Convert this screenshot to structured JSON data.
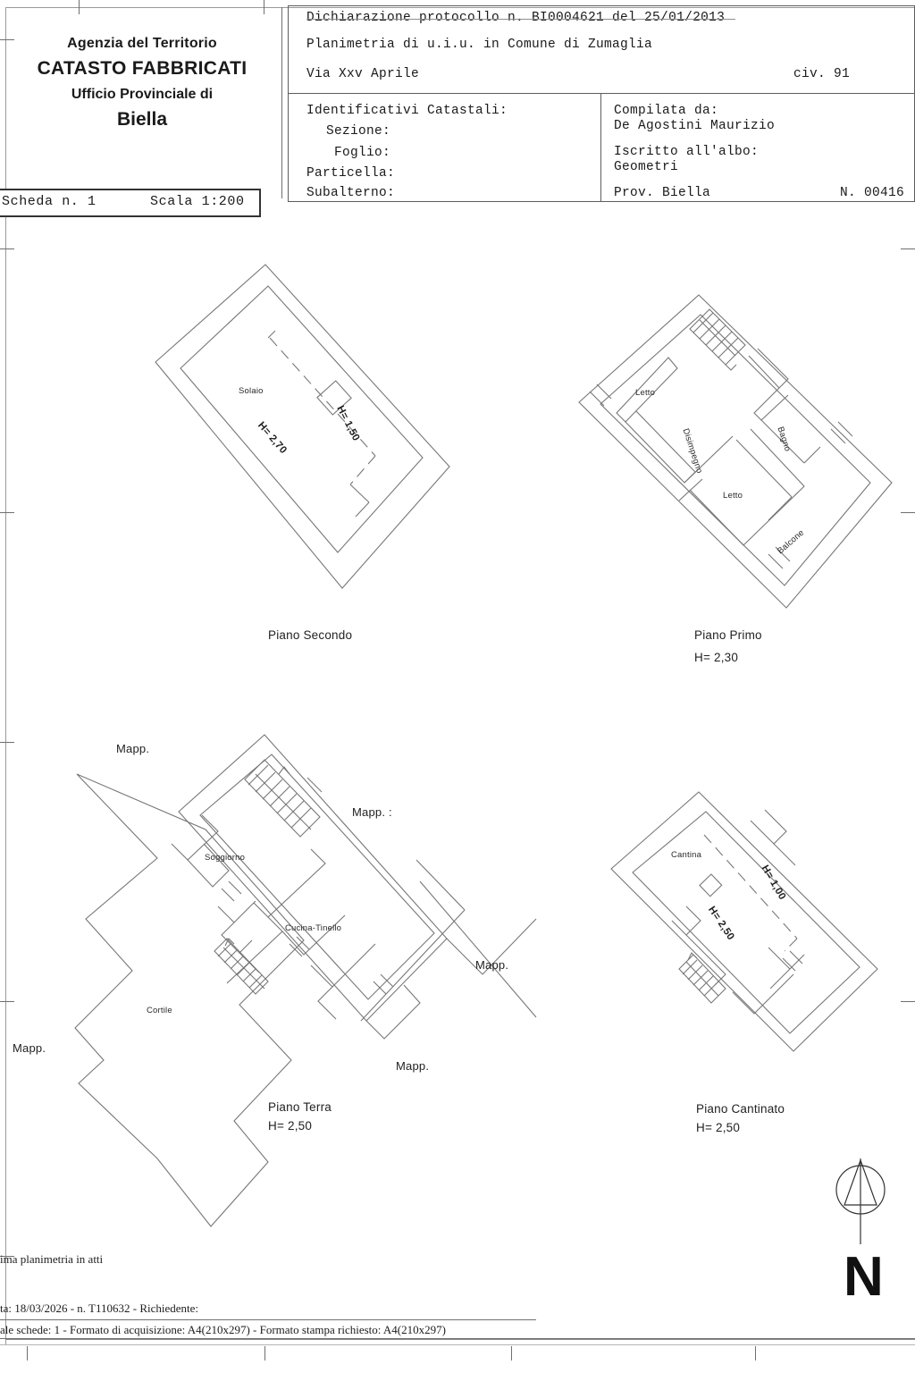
{
  "document": {
    "type": "planimetria-catastale",
    "sheet_label": "Scheda n. 1",
    "scale_label": "Scala 1:200"
  },
  "header": {
    "agency": {
      "line1": "Agenzia del Territorio",
      "line2": "CATASTO FABBRICATI",
      "line3": "Ufficio Provinciale di",
      "line4": "Biella"
    },
    "declaration": "Dichiarazione protocollo n. BI0004621 del 25/01/2013",
    "planimetry": "Planimetria di u.i.u. in Comune di Zumaglia",
    "address": "Via Xxv Aprile",
    "civic": "civ. 91",
    "identifiers": {
      "title": "Identificativi Catastali:",
      "sezione_label": "Sezione:",
      "sezione_value": "",
      "foglio_label": "Foglio:",
      "foglio_value": "",
      "particella_label": "Particella:",
      "particella_value": "",
      "subalterno_label": "Subalterno:",
      "subalterno_value": ""
    },
    "compiler": {
      "title": "Compilata da:",
      "name": "De Agostini Maurizio",
      "register_title": "Iscritto all'albo:",
      "register_value": "Geometri",
      "province": "Prov. Biella",
      "number": "N. 00416"
    }
  },
  "floors": {
    "secondo": {
      "caption": "Piano Secondo",
      "height": "",
      "rooms": [
        {
          "name": "Solaio"
        }
      ],
      "heights": [
        {
          "label": "H= 2,70"
        },
        {
          "label": "H= 1,50"
        }
      ]
    },
    "primo": {
      "caption": "Piano Primo",
      "height": "H= 2,30",
      "rooms": [
        {
          "name": "Letto"
        },
        {
          "name": "Letto"
        },
        {
          "name": "Disimpegno"
        },
        {
          "name": "Bagno"
        },
        {
          "name": "Balcone"
        }
      ],
      "heights": []
    },
    "terra": {
      "caption": "Piano Terra",
      "height": "H= 2,50",
      "rooms": [
        {
          "name": "Soggiorno"
        },
        {
          "name": "Cucina-Tinello"
        },
        {
          "name": "Cortile"
        }
      ],
      "heights": [],
      "mapp_labels": [
        {
          "text": "Mapp."
        },
        {
          "text": "Mapp. :"
        },
        {
          "text": "Mapp."
        },
        {
          "text": "Mapp."
        },
        {
          "text": "Mapp."
        }
      ]
    },
    "cantinato": {
      "caption": "Piano Cantinato",
      "height": "H= 2,50",
      "rooms": [
        {
          "name": "Cantina"
        }
      ],
      "heights": [
        {
          "label": "H= 1,00"
        },
        {
          "label": "H= 2,50"
        }
      ]
    }
  },
  "compass": {
    "letter": "N",
    "icon": "north-arrow-icon"
  },
  "footer": {
    "line1": "ima planimetria in atti",
    "line2": "ta: 18/03/2026 - n. T110632 - Richiedente:",
    "line3": "ale schede: 1 - Formato di acquisizione: A4(210x297)  - Formato stampa richiesto: A4(210x297)"
  },
  "colors": {
    "ink": "#1a1a1a",
    "line": "#6f6f6f",
    "paper": "#ffffff"
  }
}
